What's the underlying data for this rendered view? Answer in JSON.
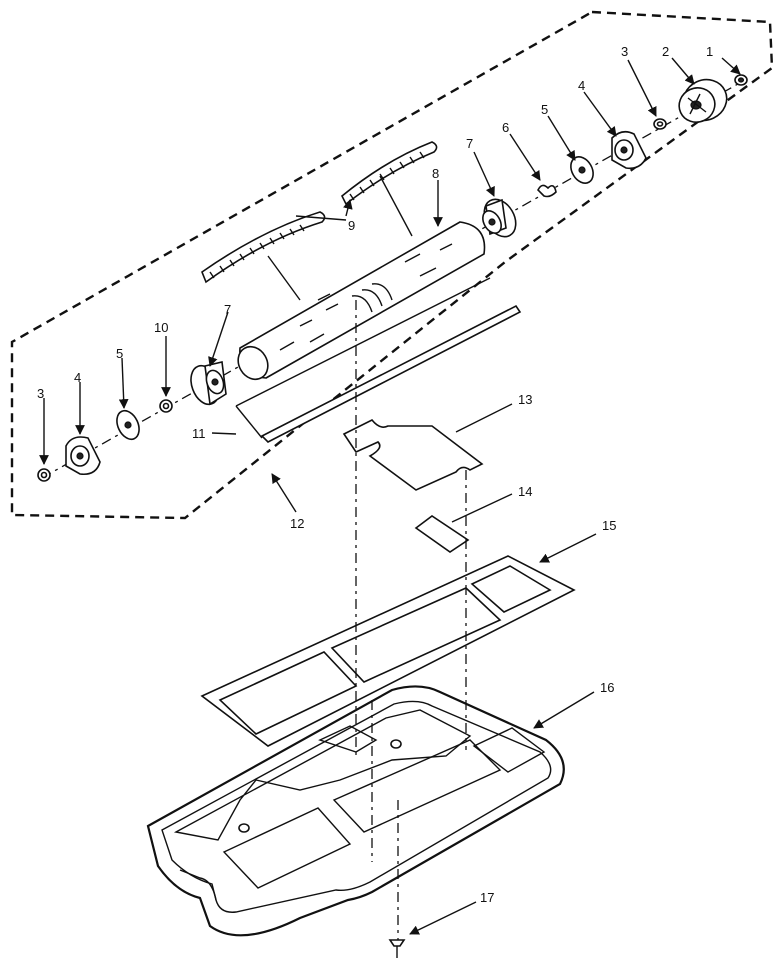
{
  "callouts": {
    "c1": "1",
    "c2": "2",
    "c3a": "3",
    "c4a": "4",
    "c5a": "5",
    "c6": "6",
    "c7a": "7",
    "c8": "8",
    "c9": "9",
    "c7b": "7",
    "c10": "10",
    "c5b": "5",
    "c4b": "4",
    "c3b": "3",
    "c11": "11",
    "c12": "12",
    "c13": "13",
    "c14": "14",
    "c15": "15",
    "c16": "16",
    "c17": "17"
  }
}
